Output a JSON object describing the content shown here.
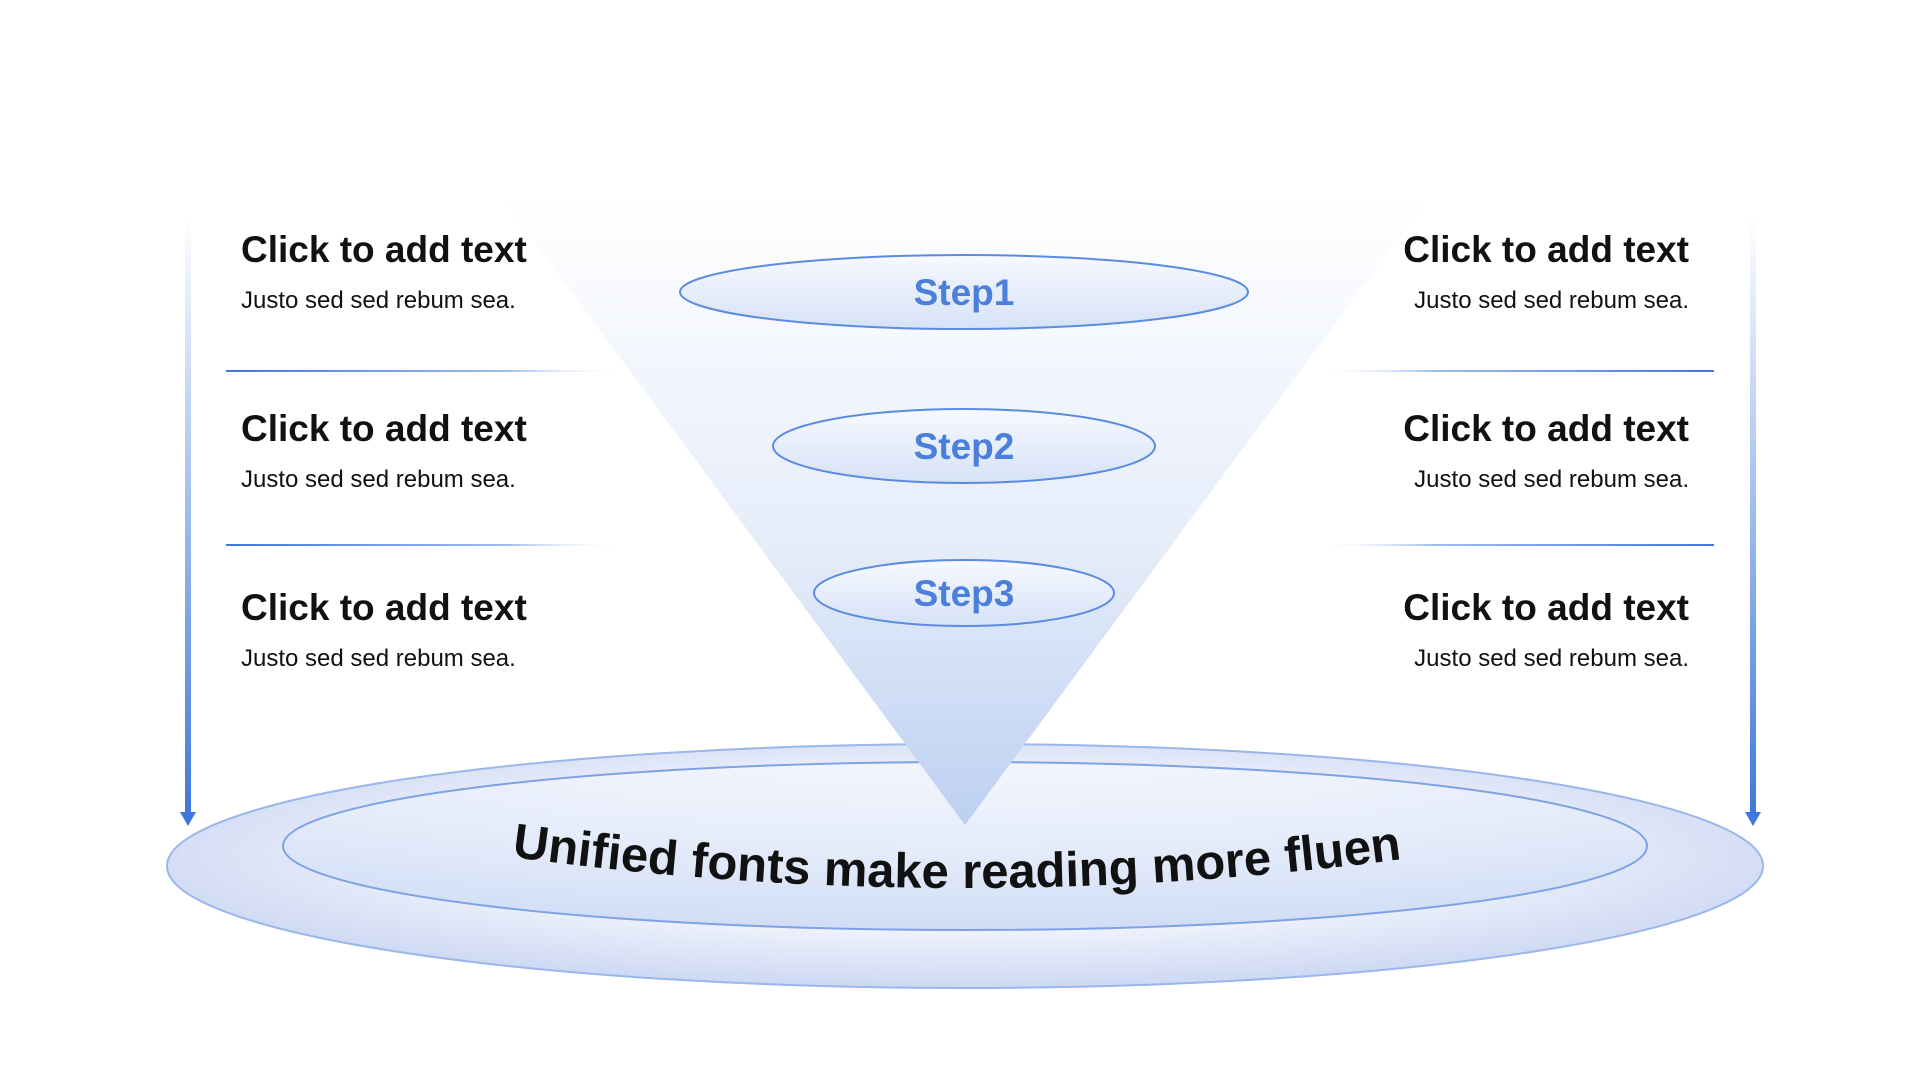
{
  "steps": [
    {
      "label": "Step1"
    },
    {
      "label": "Step2"
    },
    {
      "label": "Step3"
    }
  ],
  "left_blocks": [
    {
      "title": "Click to add text",
      "body": "Justo sed sed rebum sea."
    },
    {
      "title": "Click to add text",
      "body": "Justo sed sed rebum sea."
    },
    {
      "title": "Click to add text",
      "body": "Justo sed sed rebum sea."
    }
  ],
  "right_blocks": [
    {
      "title": "Click to add text",
      "body": "Justo sed sed rebum sea."
    },
    {
      "title": "Click to add text",
      "body": "Justo sed sed rebum sea."
    },
    {
      "title": "Click to add text",
      "body": "Justo sed sed rebum sea."
    }
  ],
  "base": {
    "caption": "Unified fonts make reading more fluent"
  },
  "colors": {
    "accent": "#4a7fdb",
    "funnel_light": "#ffffff",
    "funnel_dark": "#c3d3f2",
    "text": "#111111"
  }
}
